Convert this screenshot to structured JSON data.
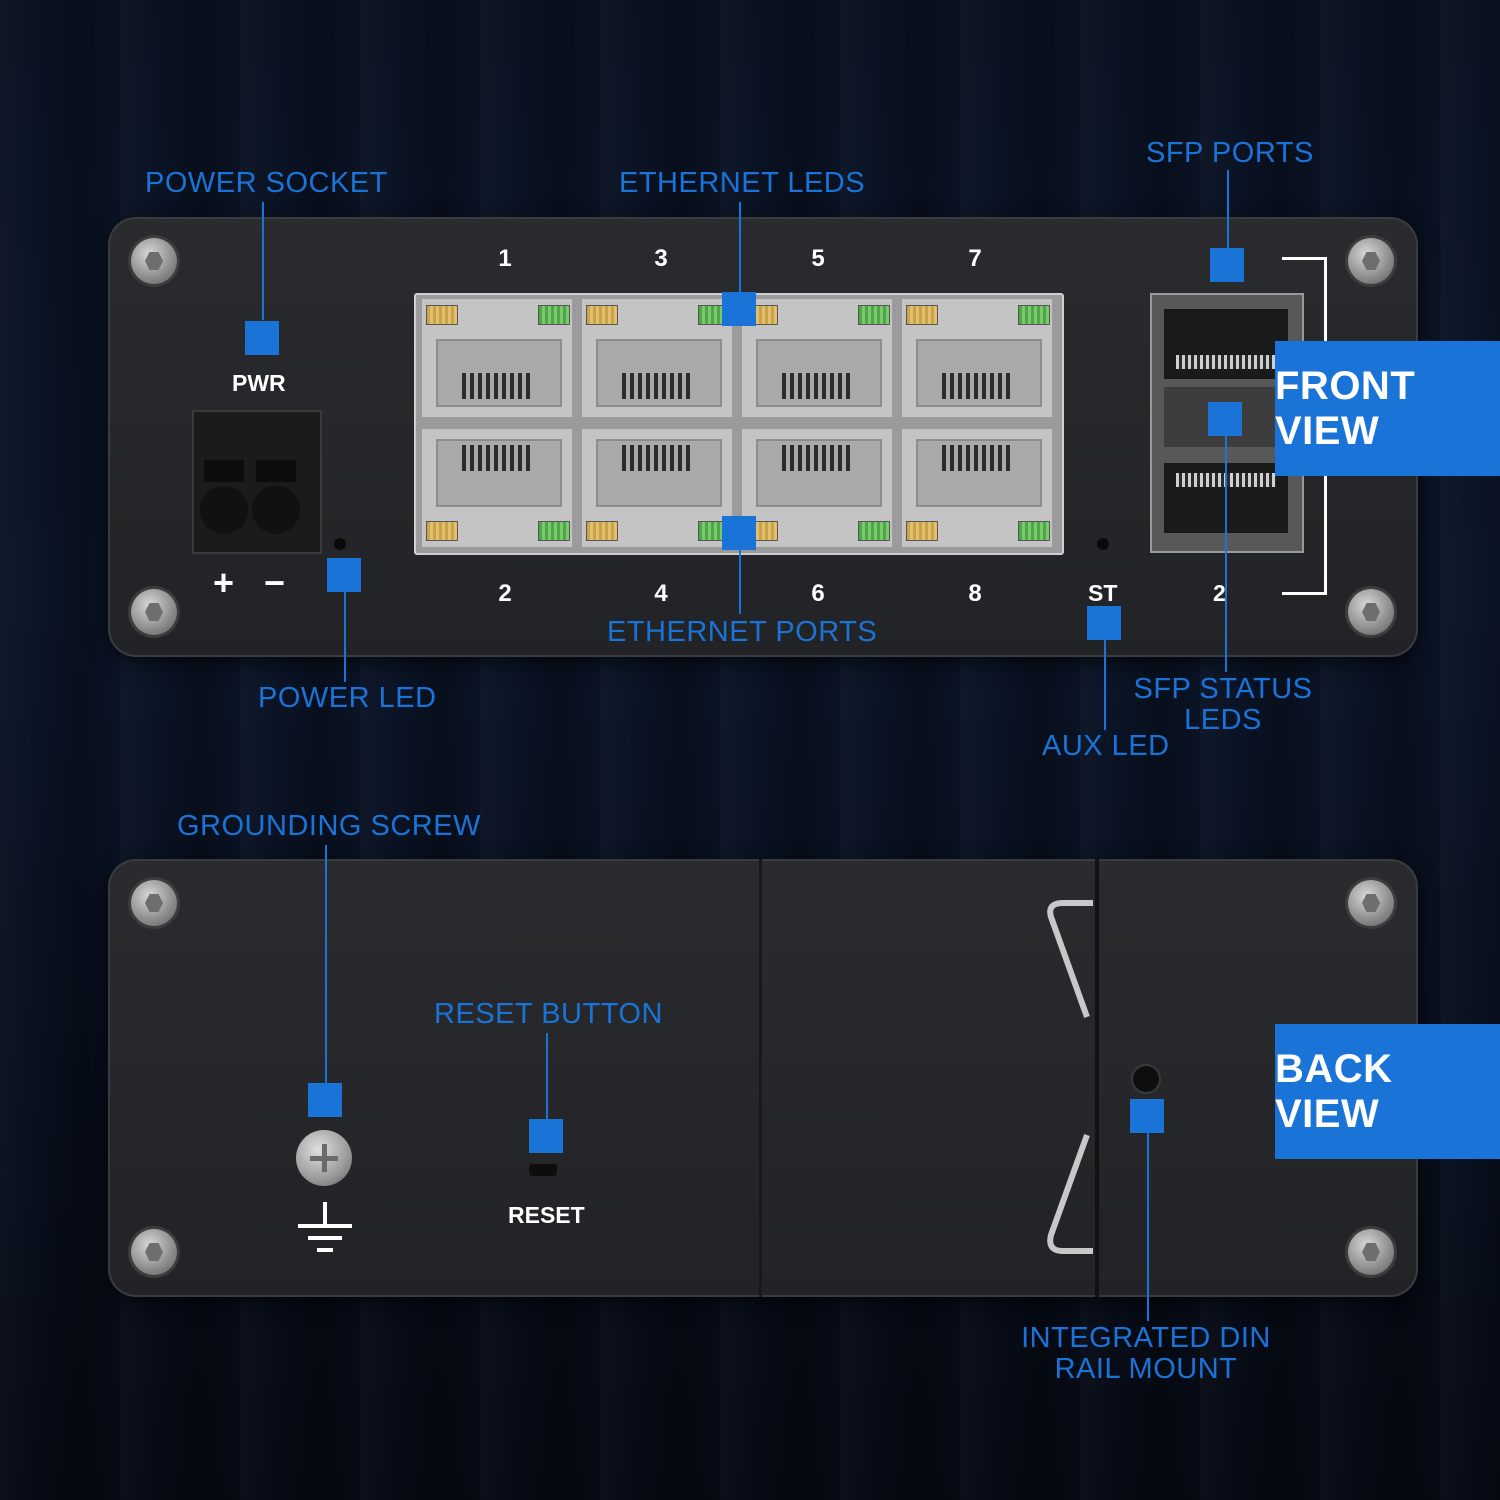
{
  "colors": {
    "accent": "#1a73d6",
    "panel": "#26272a",
    "background": "#0a1222"
  },
  "front": {
    "view_label": "FRONT VIEW",
    "pwr_label": "PWR",
    "plus_label": "+",
    "minus_label": "−",
    "st_label": "ST",
    "sfp_number": "2",
    "port_numbers_top": [
      "1",
      "3",
      "5",
      "7"
    ],
    "port_numbers_bottom": [
      "2",
      "4",
      "6",
      "8"
    ],
    "callouts": {
      "power_socket": "POWER SOCKET",
      "ethernet_leds": "ETHERNET LEDS",
      "sfp_ports": "SFP PORTS",
      "ethernet_ports": "ETHERNET PORTS",
      "power_led": "POWER LED",
      "sfp_status_leds_line1": "SFP STATUS",
      "sfp_status_leds_line2": "LEDS",
      "aux_led": "AUX LED"
    }
  },
  "back": {
    "view_label": "BACK VIEW",
    "reset_label": "RESET",
    "callouts": {
      "grounding_screw": "GROUNDING SCREW",
      "reset_button": "RESET BUTTON",
      "din_rail_line1": "INTEGRATED DIN",
      "din_rail_line2": "RAIL MOUNT"
    }
  }
}
